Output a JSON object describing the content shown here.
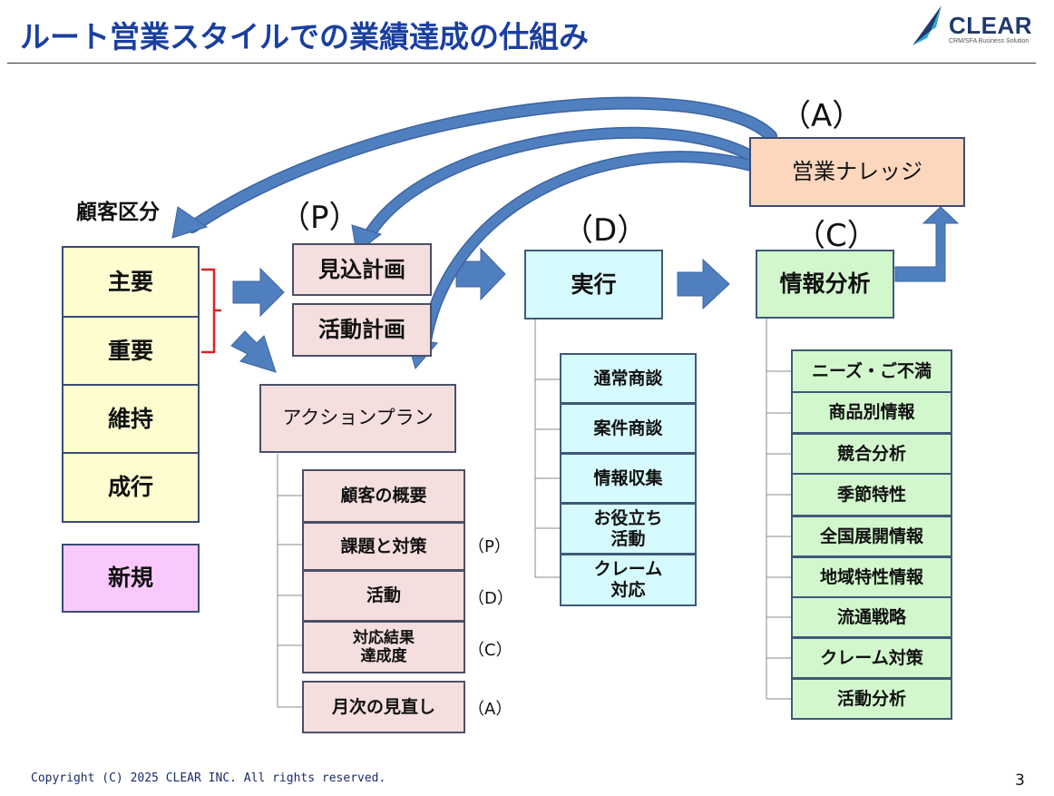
{
  "header": {
    "title": "ルート営業スタイルでの業績達成の仕組み",
    "logo_name": "CLEAR",
    "logo_tagline": "CRM/SFA Business Solution"
  },
  "customer": {
    "heading": "顧客区分",
    "items": [
      "主要",
      "重要",
      "維持",
      "成行"
    ],
    "new_label": "新規"
  },
  "plan": {
    "marker": "（P）",
    "mikomi": "見込計画",
    "katsudo": "活動計画",
    "action_plan": "アクションプラン",
    "sub_items": [
      "顧客の概要",
      "課題と対策",
      "活動",
      "対応結果\n達成度",
      "月次の見直し"
    ],
    "sub_markers": [
      "（P）",
      "（D）",
      "（C）",
      "（A）"
    ]
  },
  "execute": {
    "marker": "（D）",
    "label": "実行",
    "sub_items": [
      "通常商談",
      "案件商談",
      "情報収集",
      "お役立ち\n活動",
      "クレーム\n対応"
    ]
  },
  "analysis": {
    "marker": "（C）",
    "label": "情報分析",
    "sub_items": [
      "ニーズ・ご不満",
      "商品別情報",
      "競合分析",
      "季節特性",
      "全国展開情報",
      "地域特性情報",
      "流通戦略",
      "クレーム対策",
      "活動分析"
    ]
  },
  "knowledge": {
    "marker": "（A）",
    "label": "営業ナレッジ"
  },
  "colors": {
    "title": "#1a3fa0",
    "arrow": "#4f7fbf",
    "bracket": "#e02020"
  },
  "footer": {
    "copyright": "Copyright (C) 2025 CLEAR INC. All rights reserved.",
    "page_number": "3"
  }
}
